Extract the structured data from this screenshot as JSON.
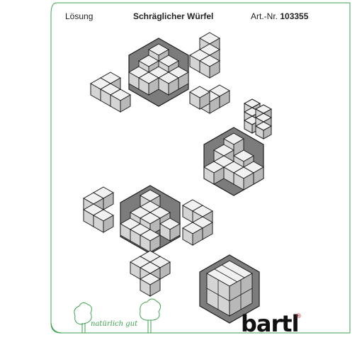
{
  "header": {
    "left_label": "Lösung",
    "title": "Schräglicher Würfel",
    "article_prefix": "Art.-Nr.",
    "article_number": "103355"
  },
  "footer": {
    "tagline": "natürlich gut",
    "brand": "bartl",
    "brand_mark": "®"
  },
  "colors": {
    "frame": "#3ea24f",
    "hexagon_fill": "#7c7c7c",
    "cube_top": "#f1f1f1",
    "cube_left": "#d4d4d4",
    "cube_right": "#b8b8b8",
    "outline": "#1e1e1e",
    "brand_mark": "#c0202a"
  },
  "icons": [
    "tree-icon",
    "tree-icon"
  ]
}
